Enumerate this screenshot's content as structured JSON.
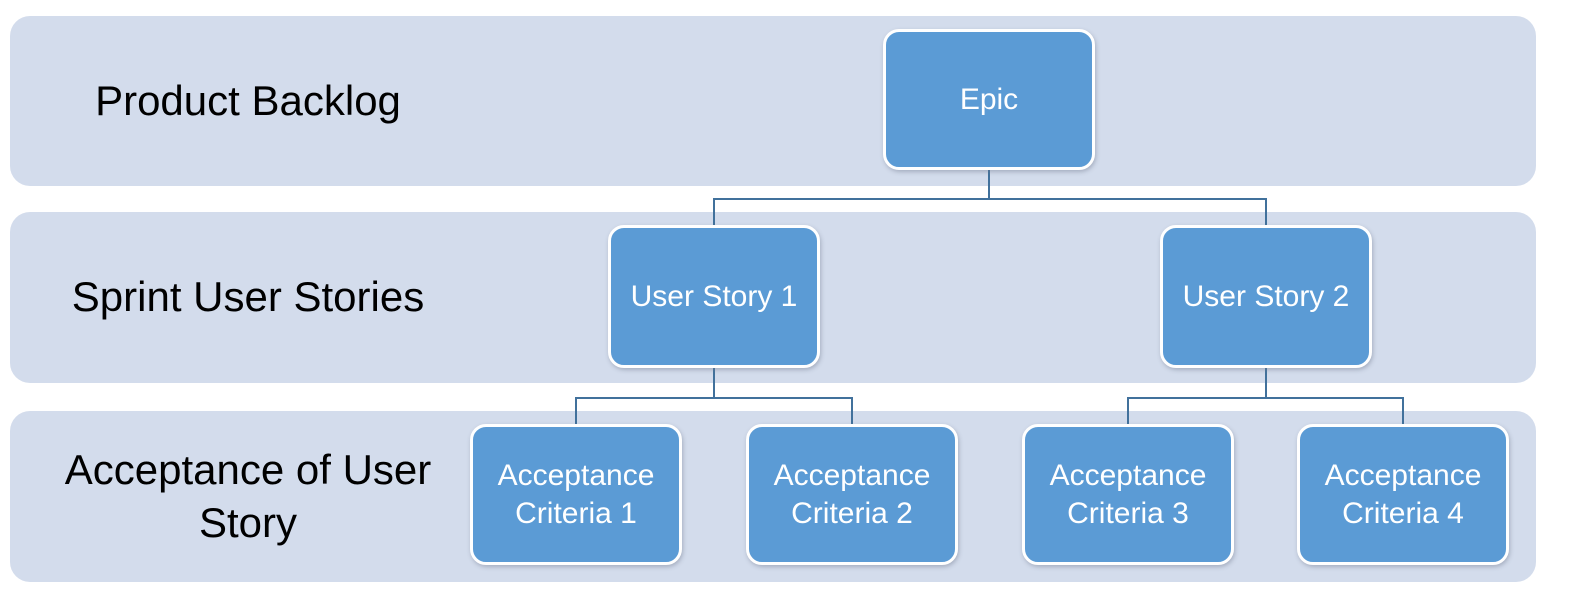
{
  "diagram": {
    "bands": {
      "product_backlog": {
        "label": "Product Backlog"
      },
      "sprint_user_stories": {
        "label": "Sprint User Stories"
      },
      "acceptance_of_user_story": {
        "label": "Acceptance of User Story"
      }
    },
    "nodes": {
      "epic": {
        "label": "Epic"
      },
      "user_story_1": {
        "label": "User Story 1"
      },
      "user_story_2": {
        "label": "User Story 2"
      },
      "acceptance_criteria_1": {
        "label": "Acceptance Criteria 1"
      },
      "acceptance_criteria_2": {
        "label": "Acceptance Criteria 2"
      },
      "acceptance_criteria_3": {
        "label": "Acceptance Criteria 3"
      },
      "acceptance_criteria_4": {
        "label": "Acceptance Criteria 4"
      }
    },
    "edges": [
      {
        "from": "Epic",
        "to": "User Story 1"
      },
      {
        "from": "Epic",
        "to": "User Story 2"
      },
      {
        "from": "User Story 1",
        "to": "Acceptance Criteria 1"
      },
      {
        "from": "User Story 1",
        "to": "Acceptance Criteria 2"
      },
      {
        "from": "User Story 2",
        "to": "Acceptance Criteria 3"
      },
      {
        "from": "User Story 2",
        "to": "Acceptance Criteria 4"
      }
    ],
    "colors": {
      "background": "#FFFFFF",
      "band_fill": "#D3DCEC",
      "band_text": "#000000",
      "node_fill": "#5B9BD5",
      "node_border": "#FFFFFF",
      "node_text": "#FFFFFF",
      "connector": "#41719C"
    }
  }
}
